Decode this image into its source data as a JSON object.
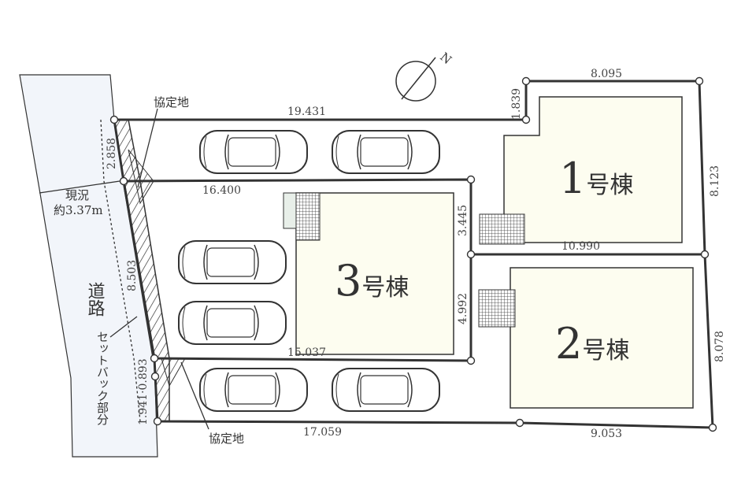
{
  "title": "区画図",
  "road": {
    "label": "道路",
    "width_label_1": "現況",
    "width_label_2": "約3.37m",
    "setback_label": "セットバック部分"
  },
  "agreement_land_label": "協定地",
  "buildings": [
    {
      "number": "1",
      "suffix": "号棟"
    },
    {
      "number": "2",
      "suffix": "号棟"
    },
    {
      "number": "3",
      "suffix": "号棟"
    }
  ],
  "dimensions": {
    "top_long": "19.431",
    "top_lot1": "8.095",
    "lot1_step": "1.839",
    "lot1_right": "8.123",
    "lot2_right": "8.078",
    "bottom_long": "17.059",
    "bottom_lot2": "9.053",
    "lot3_top": "16.400",
    "lot3_bottom": "15.037",
    "divider_1_2": "10.990",
    "lot3_right_upper": "3.445",
    "lot3_right_lower": "4.992",
    "road_upper": "2.858",
    "road_middle": "8.503",
    "road_lower": "1.941·0.893"
  },
  "compass": {
    "label": "N"
  },
  "colors": {
    "lot_green": "#cfe0d4",
    "house_fill": "#fdfdf0",
    "road_fill": "#f2f5fa",
    "line": "#333333"
  }
}
